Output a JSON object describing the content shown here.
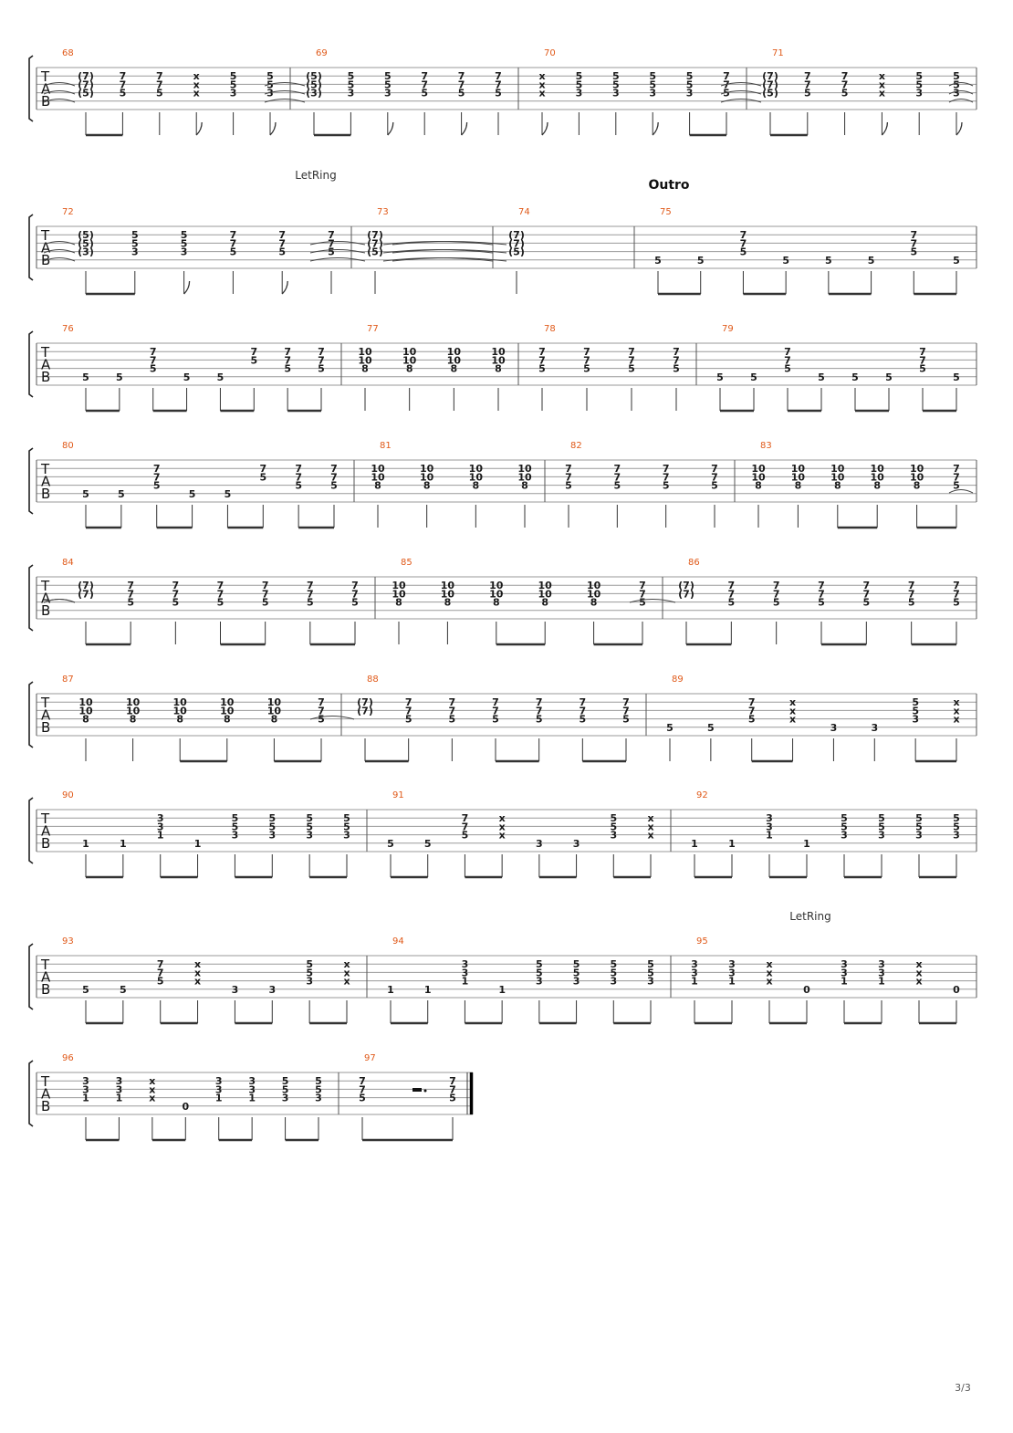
{
  "page": {
    "page_number": "3/3"
  },
  "tab_label": [
    "T",
    "A",
    "B"
  ],
  "annotations": {
    "let_ring": "LetRing",
    "outro": "Outro"
  },
  "systems": [
    {
      "measures": [
        {
          "number": "68",
          "beats": [
            "(7),(7),(5)",
            "7,7,5",
            "7,7,5",
            "x,x,x",
            "5,5,3",
            "5,5,3"
          ]
        },
        {
          "number": "69",
          "beats": [
            "(5),(5),(3)",
            "5,5,3",
            "5,5,3",
            "7,7,5",
            "7,7,5",
            "7,7,5"
          ]
        },
        {
          "number": "70",
          "beats": [
            "x,x,x",
            "5,5,3",
            "5,5,3",
            "5,5,3",
            "5,5,3",
            "7,7,5"
          ]
        },
        {
          "number": "71",
          "beats": [
            "(7),(7),(5)",
            "7,7,5",
            "7,7,5",
            "x,x,x",
            "5,5,3",
            "5,5,3"
          ]
        }
      ]
    },
    {
      "measures": [
        {
          "number": "72",
          "beats": [
            "(5),(5),(3)",
            "5,5,3",
            "5,5,3",
            "7,7,5",
            "7,7,5",
            "7,7,5"
          ]
        },
        {
          "number": "73",
          "beats": [
            "(7),(7),(5)"
          ]
        },
        {
          "number": "74",
          "beats": [
            "(7),(7),(5)"
          ]
        },
        {
          "number": "75",
          "beats": [
            "5",
            "5",
            "7,7,5",
            "5",
            "5",
            "5",
            "7,7,5",
            "5"
          ]
        }
      ]
    },
    {
      "measures": [
        {
          "number": "76",
          "beats": [
            "5",
            "5",
            "7,7,5",
            "5",
            "5",
            "7,5",
            "7,7,5",
            "7,7,5"
          ]
        },
        {
          "number": "77",
          "beats": [
            "10,10,8",
            "10,10,8",
            "10,10,8",
            "10,10,8"
          ]
        },
        {
          "number": "78",
          "beats": [
            "7,7,5",
            "7,7,5",
            "7,7,5",
            "7,7,5"
          ]
        },
        {
          "number": "79",
          "beats": [
            "5",
            "5",
            "7,7,5",
            "5",
            "5",
            "5",
            "7,7,5",
            "5"
          ]
        }
      ]
    },
    {
      "measures": [
        {
          "number": "80",
          "beats": [
            "5",
            "5",
            "7,7,5",
            "5",
            "5",
            "7,5",
            "7,7,5",
            "7,7,5"
          ]
        },
        {
          "number": "81",
          "beats": [
            "10,10,8",
            "10,10,8",
            "10,10,8",
            "10,10,8"
          ]
        },
        {
          "number": "82",
          "beats": [
            "7,7,5",
            "7,7,5",
            "7,7,5",
            "7,7,5"
          ]
        },
        {
          "number": "83",
          "beats": [
            "10,10,8",
            "10,10,8",
            "10,10,8",
            "10,10,8",
            "10,10,8",
            "7,7,5"
          ]
        }
      ]
    },
    {
      "measures": [
        {
          "number": "84",
          "beats": [
            "(7),(7)",
            "7,7,5",
            "7,7,5",
            "7,7,5",
            "7,7,5",
            "7,7,5",
            "7,7,5"
          ]
        },
        {
          "number": "85",
          "beats": [
            "10,10,8",
            "10,10,8",
            "10,10,8",
            "10,10,8",
            "10,10,8",
            "7,7,5"
          ]
        },
        {
          "number": "86",
          "beats": [
            "(7),(7)",
            "7,7,5",
            "7,7,5",
            "7,7,5",
            "7,7,5",
            "7,7,5",
            "7,7,5"
          ]
        }
      ]
    },
    {
      "measures": [
        {
          "number": "87",
          "beats": [
            "10,10,8",
            "10,10,8",
            "10,10,8",
            "10,10,8",
            "10,10,8",
            "7,7,5"
          ]
        },
        {
          "number": "88",
          "beats": [
            "(7),(7)",
            "7,7,5",
            "7,7,5",
            "7,7,5",
            "7,7,5",
            "7,7,5",
            "7,7,5"
          ]
        },
        {
          "number": "89",
          "beats": [
            "5",
            "5",
            "7,7,5",
            "x,x,x",
            "3",
            "3",
            "5,5,3",
            "x,x,x"
          ]
        }
      ]
    },
    {
      "measures": [
        {
          "number": "90",
          "beats": [
            "1",
            "1",
            "3,3,1",
            "1",
            "5,5,3",
            "5,5,3",
            "5,5,3",
            "5,5,3"
          ]
        },
        {
          "number": "91",
          "beats": [
            "5",
            "5",
            "7,7,5",
            "x,x,x",
            "3",
            "3",
            "5,5,3",
            "x,x,x"
          ]
        },
        {
          "number": "92",
          "beats": [
            "1",
            "1",
            "3,3,1",
            "1",
            "5,5,3",
            "5,5,3",
            "5,5,3",
            "5,5,3"
          ]
        }
      ]
    },
    {
      "measures": [
        {
          "number": "93",
          "beats": [
            "5",
            "5",
            "7,7,5",
            "x,x,x",
            "3",
            "3",
            "5,5,3",
            "x,x,x"
          ]
        },
        {
          "number": "94",
          "beats": [
            "1",
            "1",
            "3,3,1",
            "1",
            "5,5,3",
            "5,5,3",
            "5,5,3",
            "5,5,3"
          ]
        },
        {
          "number": "95",
          "beats": [
            "3,3,1",
            "3,3,1",
            "x,x,x",
            "0",
            "3,3,1",
            "3,3,1",
            "x,x,x",
            "0"
          ]
        }
      ]
    },
    {
      "measures": [
        {
          "number": "96",
          "beats": [
            "3,3,1",
            "3,3,1",
            "x,x,x",
            "0",
            "3,3,1",
            "3,3,1",
            "5,5,3",
            "5,5,3"
          ]
        },
        {
          "number": "97",
          "beats": [
            "7,7,5",
            "7,7,5"
          ]
        }
      ]
    }
  ]
}
